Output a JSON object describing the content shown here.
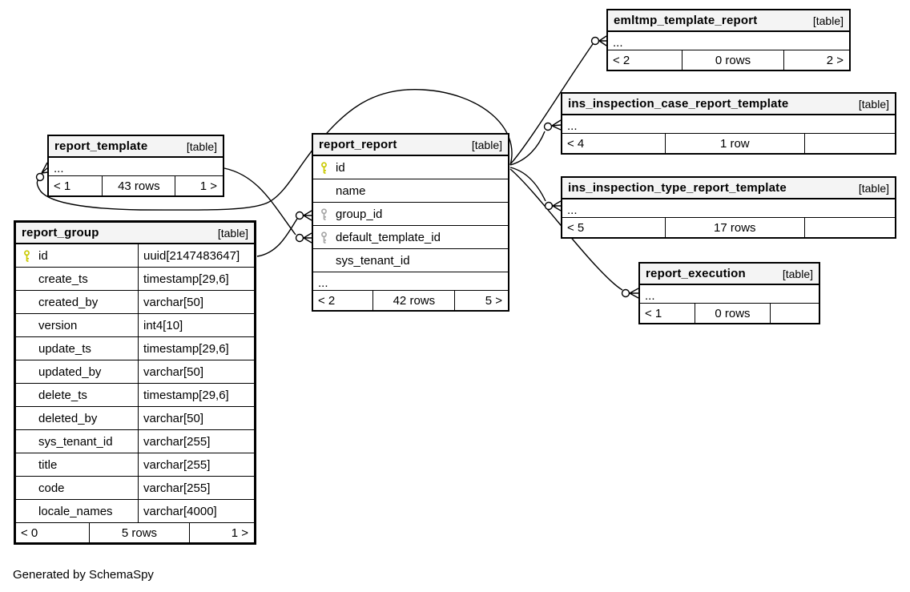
{
  "page": {
    "footer_note": "Generated by SchemaSpy"
  },
  "colors": {
    "primary_key": "#c9c900",
    "foreign_key": "#a6a6a6",
    "header_bg": "#f4f4f4",
    "border": "#000000"
  },
  "tables": {
    "report_template": {
      "name": "report_template",
      "badge": "[table]",
      "collapsed": "...",
      "footer": {
        "left": "< 1",
        "center": "43 rows",
        "right": "1 >"
      }
    },
    "report_group": {
      "name": "report_group",
      "badge": "[table]",
      "columns": [
        {
          "name": "id",
          "type": "uuid[2147483647]",
          "key": "primary"
        },
        {
          "name": "create_ts",
          "type": "timestamp[29,6]",
          "key": ""
        },
        {
          "name": "created_by",
          "type": "varchar[50]",
          "key": ""
        },
        {
          "name": "version",
          "type": "int4[10]",
          "key": ""
        },
        {
          "name": "update_ts",
          "type": "timestamp[29,6]",
          "key": ""
        },
        {
          "name": "updated_by",
          "type": "varchar[50]",
          "key": ""
        },
        {
          "name": "delete_ts",
          "type": "timestamp[29,6]",
          "key": ""
        },
        {
          "name": "deleted_by",
          "type": "varchar[50]",
          "key": ""
        },
        {
          "name": "sys_tenant_id",
          "type": "varchar[255]",
          "key": ""
        },
        {
          "name": "title",
          "type": "varchar[255]",
          "key": ""
        },
        {
          "name": "code",
          "type": "varchar[255]",
          "key": ""
        },
        {
          "name": "locale_names",
          "type": "varchar[4000]",
          "key": ""
        }
      ],
      "footer": {
        "left": "< 0",
        "center": "5 rows",
        "right": "1 >"
      }
    },
    "report_report": {
      "name": "report_report",
      "badge": "[table]",
      "columns": [
        {
          "name": "id",
          "key": "primary"
        },
        {
          "name": "name",
          "key": ""
        },
        {
          "name": "group_id",
          "key": "foreign"
        },
        {
          "name": "default_template_id",
          "key": "foreign"
        },
        {
          "name": "sys_tenant_id",
          "key": ""
        }
      ],
      "collapsed": "...",
      "footer": {
        "left": "< 2",
        "center": "42 rows",
        "right": "5 >"
      }
    },
    "emltmp_template_report": {
      "name": "emltmp_template_report",
      "badge": "[table]",
      "collapsed": "...",
      "footer": {
        "left": "< 2",
        "center": "0 rows",
        "right": "2 >"
      }
    },
    "ins_inspection_case_report_template": {
      "name": "ins_inspection_case_report_template",
      "badge": "[table]",
      "collapsed": "...",
      "footer": {
        "left": "< 4",
        "center": "1 row",
        "right": ""
      }
    },
    "ins_inspection_type_report_template": {
      "name": "ins_inspection_type_report_template",
      "badge": "[table]",
      "collapsed": "...",
      "footer": {
        "left": "< 5",
        "center": "17 rows",
        "right": ""
      }
    },
    "report_execution": {
      "name": "report_execution",
      "badge": "[table]",
      "collapsed": "...",
      "footer": {
        "left": "< 1",
        "center": "0 rows",
        "right": ""
      }
    }
  },
  "relationships": [
    {
      "from": "report_group.id",
      "to": "report_report.group_id"
    },
    {
      "from": "report_template",
      "to": "report_report.default_template_id"
    },
    {
      "from": "report_report.id",
      "to": "report_template"
    },
    {
      "from": "report_report.id",
      "to": "emltmp_template_report"
    },
    {
      "from": "report_report.id",
      "to": "ins_inspection_case_report_template"
    },
    {
      "from": "report_report.id",
      "to": "ins_inspection_type_report_template"
    },
    {
      "from": "report_report.id",
      "to": "report_execution"
    }
  ]
}
